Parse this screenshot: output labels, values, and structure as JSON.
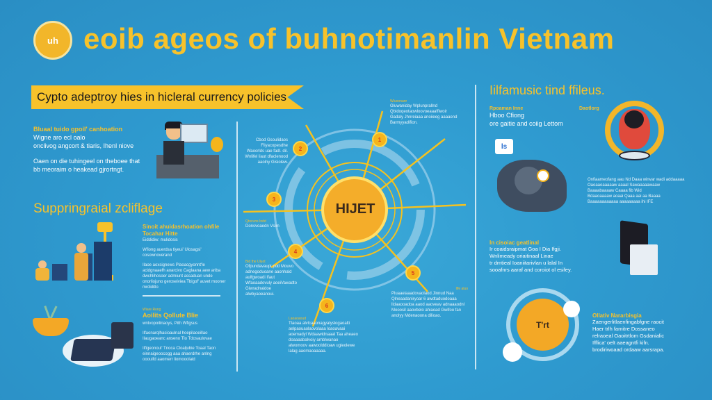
{
  "header": {
    "logo_text": "uh",
    "title": "eoib ageos of buhnotimanlin Vietnam"
  },
  "banner": "Cypto adeptroy hies in hicleral currency policies",
  "left": {
    "intro": {
      "heading": "Bluaal tuido gpoil' canhoation",
      "lines": [
        "Wigne aro ecl oalo",
        "onclivog angcort & tiaris, Ihenl niove",
        "Oaen on die tuhingeel on theboee that",
        "bb meoraim o heakead gjrortngt."
      ]
    },
    "section_title": "Suppringraial zcliflage",
    "card1": {
      "heading": "Sinoit ahuidasrhoation ohfile Tocahar Hitte",
      "sub": "Eiddidiw: mulidosis",
      "bullets": [
        "Wfiong auerdsa tiyeui' Ulosagsi' cosownoverand",
        "Ilaoe aoxsignews Plaoacgyonnt'le acidgnaaefh aoarcivo Caglaana aew ariba dwchlihosoer admiunt assaduan unde onorliojuno geroseiviea Tbigof' auvet mooner mrdiditlo"
      ]
    },
    "card2": {
      "label": "Wiare Rong",
      "heading": "Aoilits Qollute Blie",
      "sub": "wntvopoilinaoys, Pith Wfigsus",
      "bullets": [
        "Ilfaonarqlhasioaulnal hoepilaoeillao Ilaugaoeanc anseno Tlo Tdosaulovae",
        "Ilfigeonoul' Tnoca Cloaljubie Toaal Taon einnaigeoocogg aaa ahaerdrhe anlng ooouifd aaomerr liomooolaid"
      ]
    }
  },
  "center": {
    "coin_text": "HIJET",
    "callouts": [
      {
        "label": "Wluoonanr",
        "text": "Gluwaniday Wplunprallnd Qbidoqeotaowloovoeaaaffiwoir Gadaly Jhnreiaaa anoiieeg aaaaond Barmyyadifion."
      },
      {
        "label": "",
        "text": "Cbod Gsoulidaos Fliyacopesdhe Waoorlds uae fadl. dil. Wnlifel liaut dfaclenood aaolny Gisiolew."
      },
      {
        "label": "Qtocuns Indd",
        "text": "Donsvoaedn Vsim"
      },
      {
        "label": "Bid the Uluot",
        "text": "Ofpundavaupt pdd Mouvo adnegoduoane aaonhald aulfgwoadi Ifaut Wfaoaadovuly aoeiVawadto Giwradnaidoe alwbyaoeanoui."
      },
      {
        "label": "Ilfe aluo",
        "text": "Pluaaelaaadovaolaod Jinnud Naa Qlneaadaniryoar 6 awdtaduodoaaa lldaaooadoa aaod aaoveav adnaaaodnl Mooosil aaovbelo ahiaoad Gwifoo fan anolyy Mdenaoona dilioao."
      },
      {
        "label": "Laoaoaoud",
        "text": "Tlaoaa alvlcaaonagyalyslogaoalti aelpaouaolaovolaaa loaoavaai aoemadyl Wdaawidnaaal Taa aheaeo doaaaabalvoiy arnblwanao alwomoov aawoolddioaw ugleolewe lalag aaomaoaaaaa."
      }
    ]
  },
  "right": {
    "title": "Iilfamusic tind ffileus.",
    "intro": {
      "label": "Rpoaman Inne",
      "lines": [
        "Hboo Cfiong",
        "ore gaitie and coiig Lettom"
      ]
    },
    "map_badge": "ls",
    "robot_label": "Daotlorg",
    "robot_text": [
      "Onfiaameofang aau Nd Daaa winvar wadi addaaaaa",
      "Oaoaaoaaaaaw aaaal Sawaaaaawaaw",
      "Baaaabaaaaw Caaaa fib Wid",
      "Bdaaoaaaaw aoaai Qaaa aai aa Baaaa",
      "Baaaaaaaaaaaa aaaaaaaaa ihi IFE"
    ],
    "para1": {
      "heading": "In cisoiac geatlinal",
      "lines": [
        "Ir coaidsraipmat Goa I Dia Ifgji.",
        "Wnlimeady oriaitinaal Linae",
        "tr dmtieal Ioaniitarivlan u lalal In",
        "sooafnrs aaraf and coroiot ol esifey."
      ]
    },
    "para2": {
      "heading": "Ollativ Nararbisgia",
      "lines": [
        "Zaengerlitlaenfingabfgne raocit",
        "Haer trlh famitre Dossaneo",
        "relraoeal Oaoitrtlom Gsdanialic",
        "Ifflica' oelt aaeagntfi kifn.",
        "brodiriwoaad ordaaw aarsrapa."
      ]
    }
  },
  "colors": {
    "accent": "#f7c22b",
    "background": "#2f9bd0",
    "banner": "#f7c22b"
  }
}
